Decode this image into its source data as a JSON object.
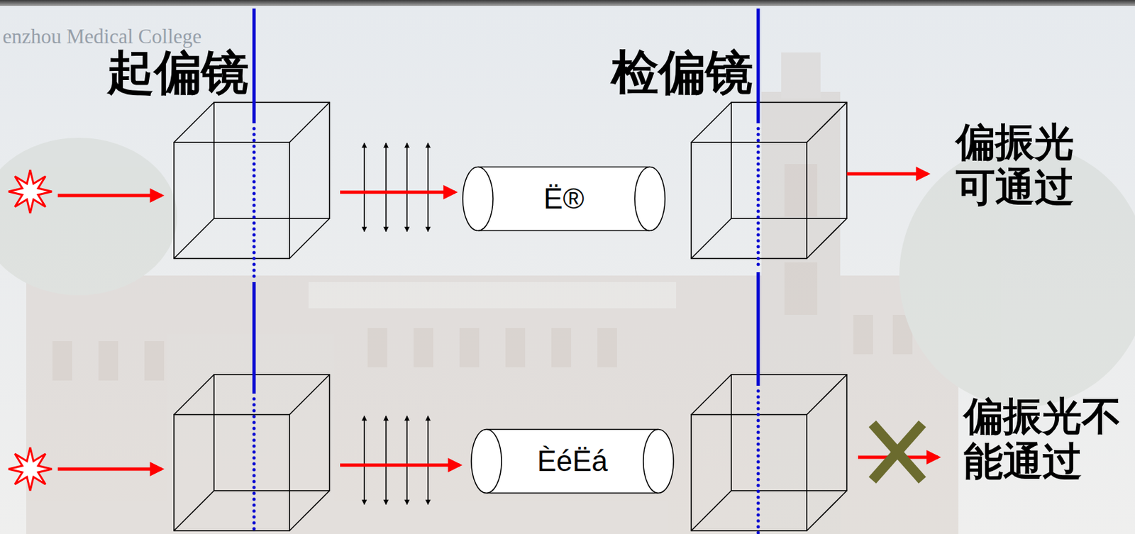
{
  "diagram": {
    "nodes": [
      {
        "text": [
          "Ë®"
        ]
      },
      {
        "text": [
          "ÈéËá"
        ]
      }
    ],
    "labels": [
      "enzhou Medical College",
      "起偏镜",
      "检偏镜",
      "偏振光 可通过",
      "偏振光不 能通过"
    ]
  }
}
